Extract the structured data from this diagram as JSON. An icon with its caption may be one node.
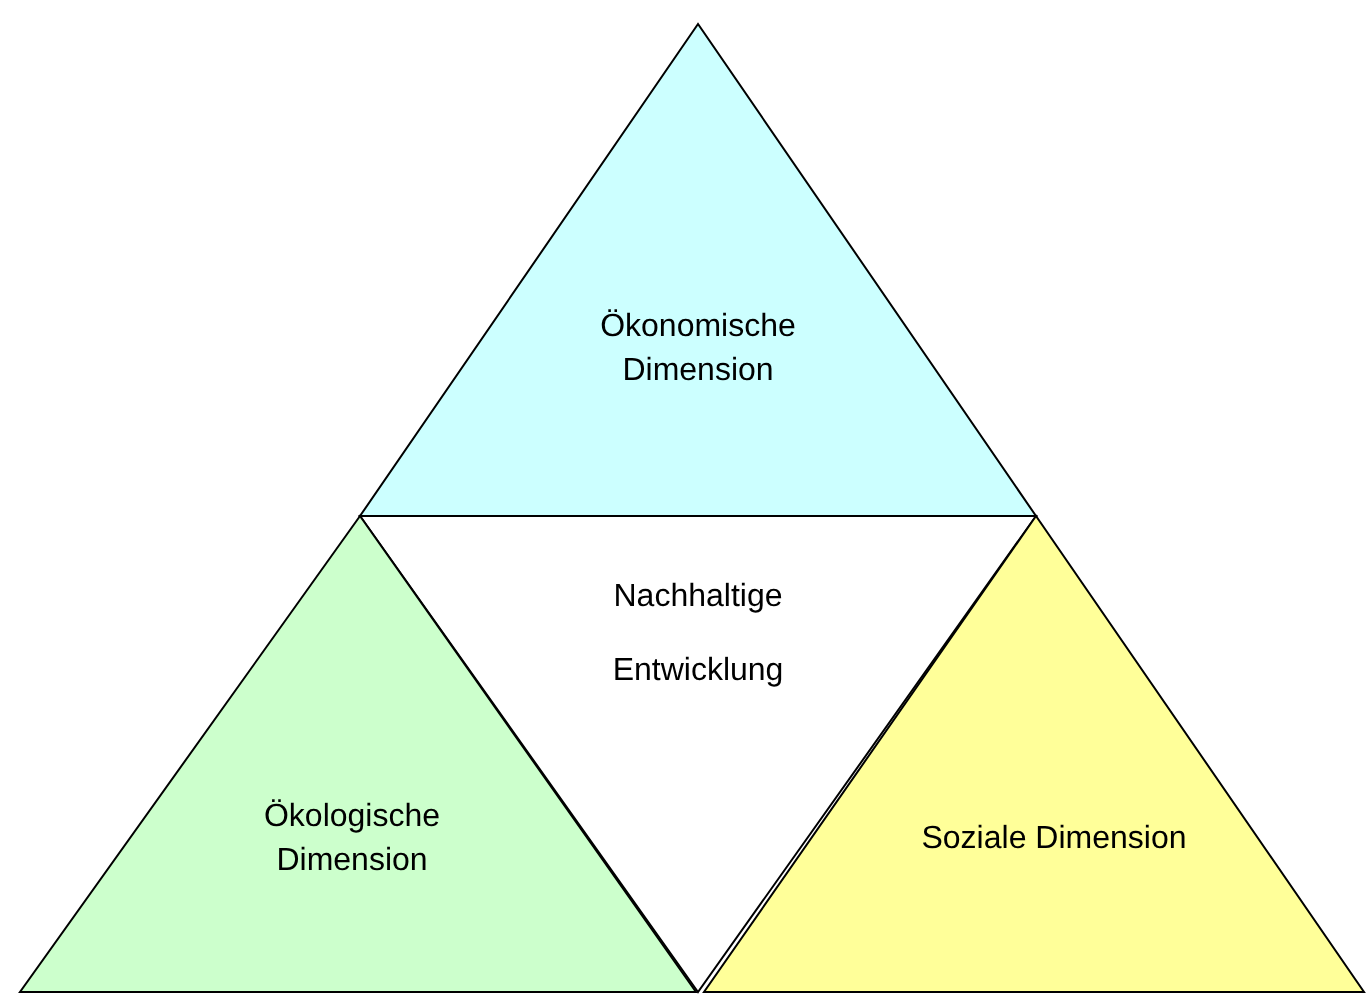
{
  "diagram": {
    "nodes": [
      {
        "text": [
          "Ökonomische Dimension"
        ]
      },
      {
        "text": [
          "Nachhaltige Entwicklung"
        ]
      },
      {
        "text": [
          "Ökologische Dimension"
        ]
      },
      {
        "text": [
          "Soziale Dimension"
        ]
      }
    ]
  }
}
